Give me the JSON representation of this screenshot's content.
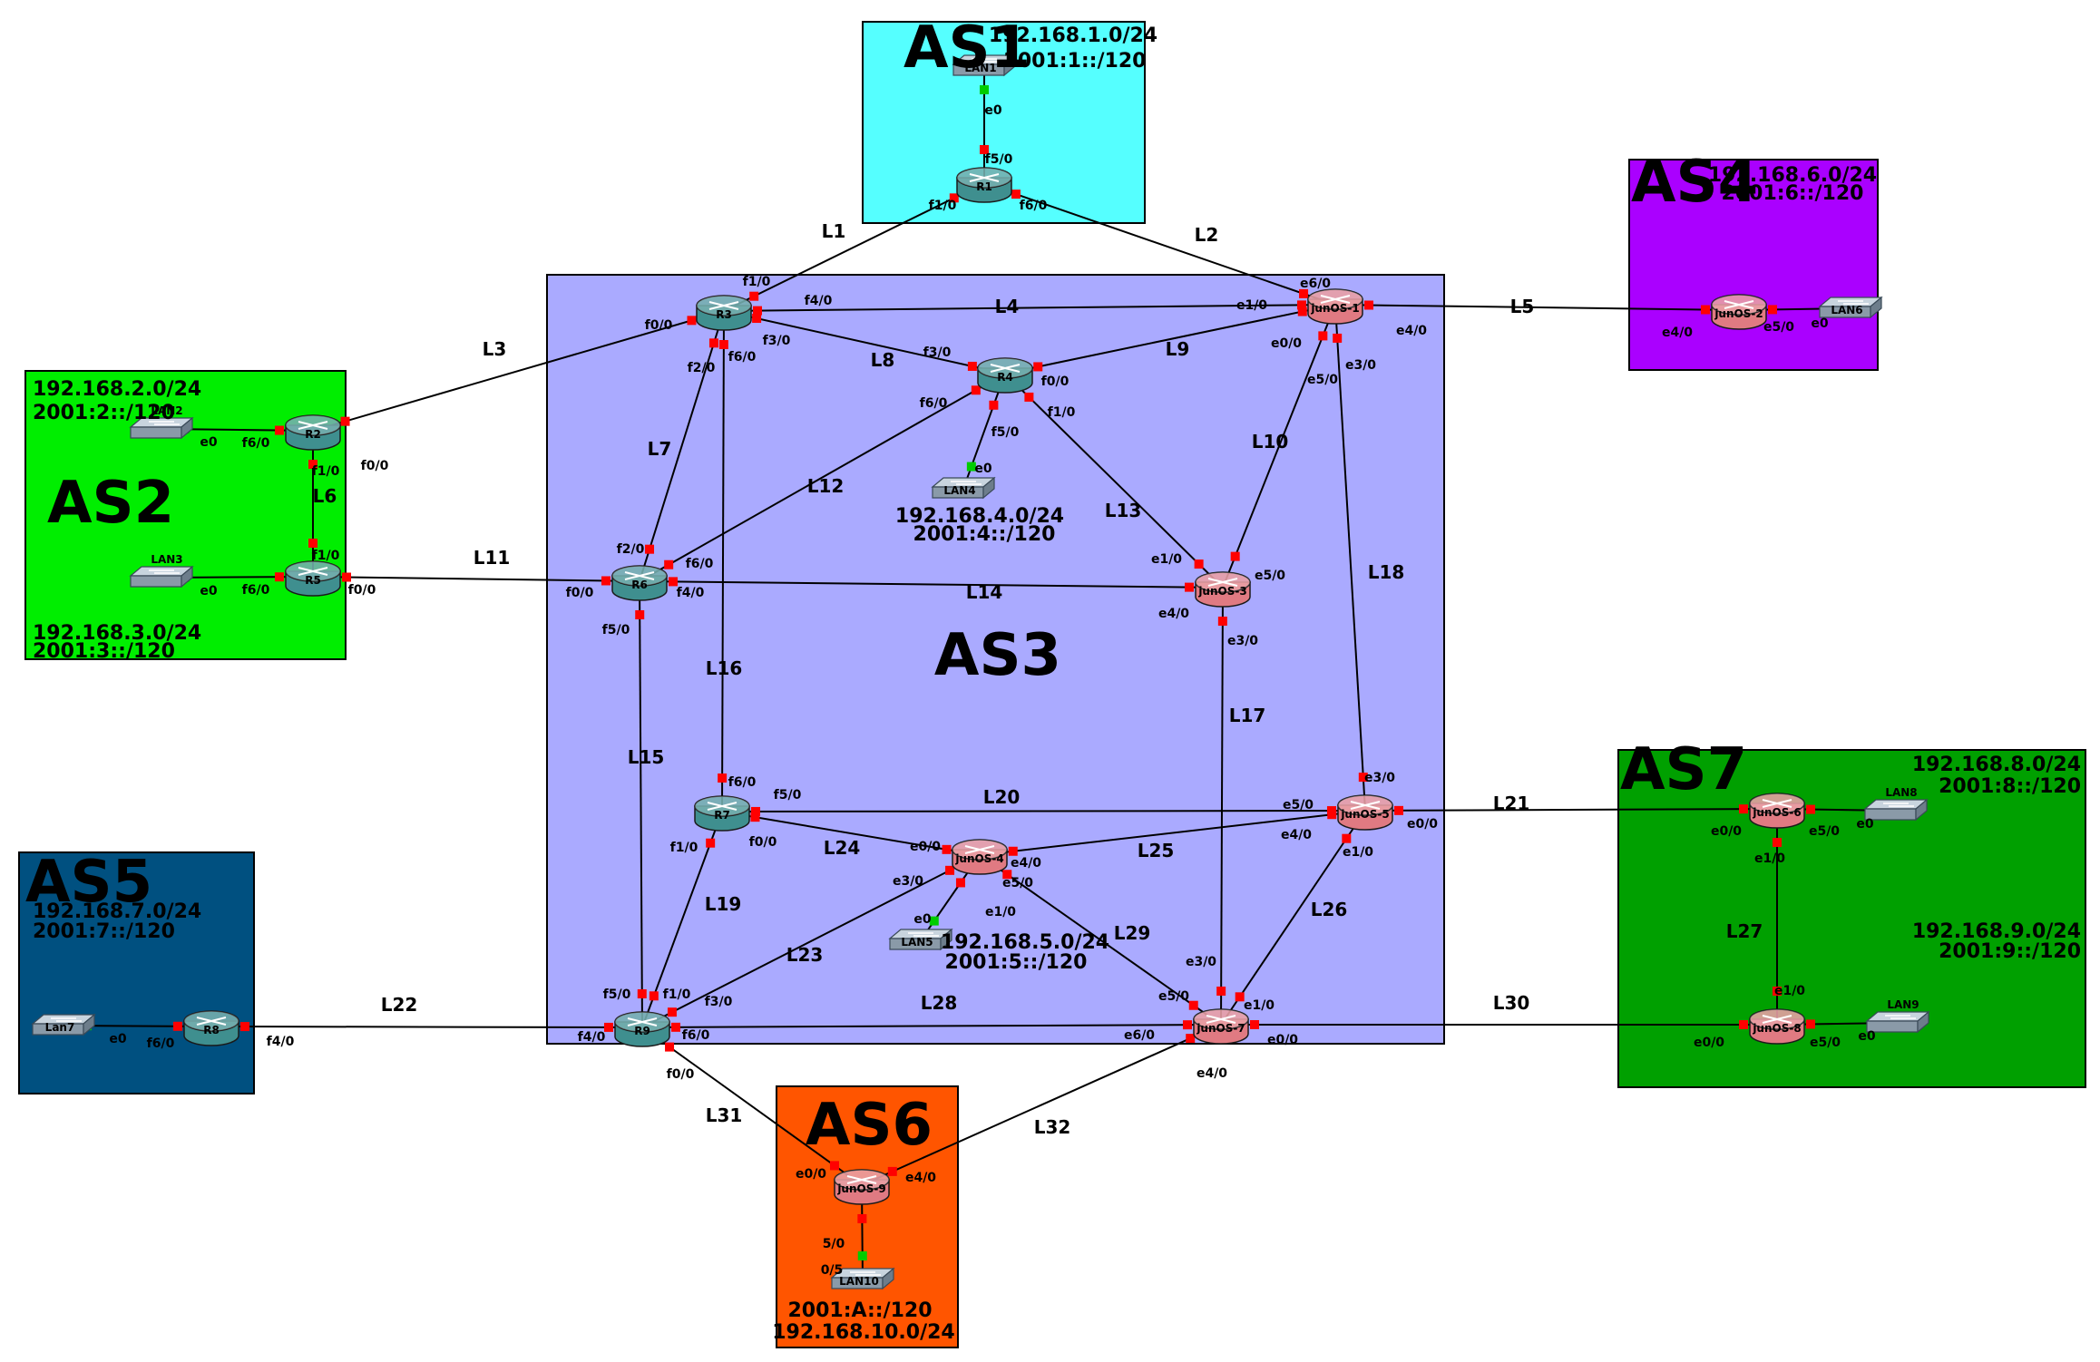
{
  "colors": {
    "as1": "#55ffff",
    "as2": "#00ee00",
    "as3": "#aaaaff",
    "as4": "#aa00ff",
    "as5": "#005080",
    "as6": "#ff5500",
    "as7": "#00a000",
    "cisco_router": "#3f8f8f",
    "juniper_router": "#e07a82",
    "switch": "#8a9aa8",
    "port_down": "#ff0000",
    "port_up": "#00cc00"
  },
  "as_areas": [
    {
      "id": "as1",
      "title": "AS1",
      "nets": [
        "192.168.1.0/24",
        "2001:1::/120"
      ]
    },
    {
      "id": "as2",
      "title": "AS2",
      "nets": [
        "192.168.2.0/24",
        "2001:2::/120",
        "192.168.3.0/24",
        "2001:3::/120"
      ]
    },
    {
      "id": "as3",
      "title": "AS3",
      "nets": []
    },
    {
      "id": "as4",
      "title": "AS4",
      "nets": [
        "192.168.6.0/24",
        "2001:6::/120"
      ]
    },
    {
      "id": "as5",
      "title": "AS5",
      "nets": [
        "192.168.7.0/24",
        "2001:7::/120"
      ]
    },
    {
      "id": "as6",
      "title": "AS6",
      "nets": [
        "2001:A::/120",
        "192.168.10.0/24"
      ]
    },
    {
      "id": "as7",
      "title": "AS7",
      "nets": [
        "192.168.8.0/24",
        "2001:8::/120",
        "192.168.9.0/24",
        "2001:9::/120"
      ]
    }
  ],
  "lan_nets": [
    {
      "id": "lan4",
      "nets": [
        "192.168.4.0/24",
        "2001:4::/120"
      ]
    },
    {
      "id": "lan5",
      "nets": [
        "192.168.5.0/24",
        "2001:5::/120"
      ]
    }
  ],
  "devices": [
    {
      "id": "R1",
      "type": "cisco",
      "label": "R1"
    },
    {
      "id": "R2",
      "type": "cisco",
      "label": "R2"
    },
    {
      "id": "R3",
      "type": "cisco",
      "label": "R3"
    },
    {
      "id": "R4",
      "type": "cisco",
      "label": "R4"
    },
    {
      "id": "R5",
      "type": "cisco",
      "label": "R5"
    },
    {
      "id": "R6",
      "type": "cisco",
      "label": "R6"
    },
    {
      "id": "R7",
      "type": "cisco",
      "label": "R7"
    },
    {
      "id": "R8",
      "type": "cisco",
      "label": "R8"
    },
    {
      "id": "R9",
      "type": "cisco",
      "label": "R9"
    },
    {
      "id": "J1",
      "type": "juniper",
      "label": "junOS-1"
    },
    {
      "id": "J2",
      "type": "juniper",
      "label": "junOS-2"
    },
    {
      "id": "J3",
      "type": "juniper",
      "label": "junOS-3"
    },
    {
      "id": "J4",
      "type": "juniper",
      "label": "junOS-4"
    },
    {
      "id": "J5",
      "type": "juniper",
      "label": "junOS-5"
    },
    {
      "id": "J6",
      "type": "juniper",
      "label": "junOS-6"
    },
    {
      "id": "J7",
      "type": "juniper",
      "label": "junOS-7"
    },
    {
      "id": "J8",
      "type": "juniper",
      "label": "junOS-8"
    },
    {
      "id": "J9",
      "type": "juniper",
      "label": "junOS-9"
    },
    {
      "id": "LAN1",
      "type": "switch",
      "label": "LAN1"
    },
    {
      "id": "LAN2",
      "type": "switch",
      "label": "LAN2"
    },
    {
      "id": "LAN3",
      "type": "switch",
      "label": "LAN3"
    },
    {
      "id": "LAN4",
      "type": "switch",
      "label": "LAN4"
    },
    {
      "id": "LAN5",
      "type": "switch",
      "label": "LAN5"
    },
    {
      "id": "LAN6",
      "type": "switch",
      "label": "LAN6"
    },
    {
      "id": "LAN7",
      "type": "switch",
      "label": "Lan7"
    },
    {
      "id": "LAN8",
      "type": "switch",
      "label": "LAN8"
    },
    {
      "id": "LAN9",
      "type": "switch",
      "label": "LAN9"
    },
    {
      "id": "LAN10",
      "type": "switch",
      "label": "LAN10"
    }
  ],
  "links": [
    {
      "id": "L1",
      "label": "L1",
      "a": "R1",
      "a_if": "f1/0",
      "b": "R3",
      "b_if": "f1/0"
    },
    {
      "id": "L2",
      "label": "L2",
      "a": "R1",
      "a_if": "f6/0",
      "b": "J1",
      "b_if": "e6/0"
    },
    {
      "id": "L3",
      "label": "L3",
      "a": "R2",
      "a_if": "f0/0",
      "b": "R3",
      "b_if": "f0/0"
    },
    {
      "id": "L4",
      "label": "L4",
      "a": "R3",
      "a_if": "f4/0",
      "b": "J1",
      "b_if": "e1/0"
    },
    {
      "id": "L5",
      "label": "L5",
      "a": "J1",
      "a_if": "e4/0",
      "b": "J2",
      "b_if": "e4/0"
    },
    {
      "id": "L6",
      "label": "L6",
      "a": "R2",
      "a_if": "f1/0",
      "b": "R5",
      "b_if": "f1/0"
    },
    {
      "id": "L7",
      "label": "L7",
      "a": "R3",
      "a_if": "f2/0",
      "b": "R6",
      "b_if": "f2/0"
    },
    {
      "id": "L8",
      "label": "L8",
      "a": "R3",
      "a_if": "f3/0",
      "b": "R4",
      "b_if": "f3/0"
    },
    {
      "id": "L9",
      "label": "L9",
      "a": "R4",
      "a_if": "f0/0",
      "b": "J1",
      "b_if": "e0/0"
    },
    {
      "id": "L10",
      "label": "L10",
      "a": "J1",
      "a_if": "e5/0",
      "b": "J3",
      "b_if": "e5/0"
    },
    {
      "id": "L11",
      "label": "L11",
      "a": "R5",
      "a_if": "f0/0",
      "b": "R6",
      "b_if": "f0/0"
    },
    {
      "id": "L12",
      "label": "L12",
      "a": "R4",
      "a_if": "f6/0",
      "b": "R6",
      "b_if": "f6/0"
    },
    {
      "id": "L13",
      "label": "L13",
      "a": "R4",
      "a_if": "f1/0",
      "b": "J3",
      "b_if": "e1/0"
    },
    {
      "id": "L14",
      "label": "L14",
      "a": "R6",
      "a_if": "f4/0",
      "b": "J3",
      "b_if": "e4/0"
    },
    {
      "id": "L15",
      "label": "L15",
      "a": "R6",
      "a_if": "f5/0",
      "b": "R9",
      "b_if": "f5/0"
    },
    {
      "id": "L16",
      "label": "L16",
      "a": "R3",
      "a_if": "f6/0",
      "b": "R7",
      "b_if": "f6/0"
    },
    {
      "id": "L17",
      "label": "L17",
      "a": "J3",
      "a_if": "e3/0",
      "b": "J7",
      "b_if": "e3/0"
    },
    {
      "id": "L18",
      "label": "L18",
      "a": "J1",
      "a_if": "e3/0",
      "b": "J5",
      "b_if": "e3/0"
    },
    {
      "id": "L19",
      "label": "L19",
      "a": "R7",
      "a_if": "f1/0",
      "b": "R9",
      "b_if": "f1/0"
    },
    {
      "id": "L20",
      "label": "L20",
      "a": "R7",
      "a_if": "f5/0",
      "b": "J5",
      "b_if": "e5/0"
    },
    {
      "id": "L21",
      "label": "L21",
      "a": "J5",
      "a_if": "e0/0",
      "b": "J6",
      "b_if": "e0/0"
    },
    {
      "id": "L22",
      "label": "L22",
      "a": "R8",
      "a_if": "f4/0",
      "b": "R9",
      "b_if": "f4/0"
    },
    {
      "id": "L23",
      "label": "L23",
      "a": "R9",
      "a_if": "f3/0",
      "b": "J4",
      "b_if": "e3/0"
    },
    {
      "id": "L24",
      "label": "L24",
      "a": "R7",
      "a_if": "f0/0",
      "b": "J4",
      "b_if": "e0/0"
    },
    {
      "id": "L25",
      "label": "L25",
      "a": "J4",
      "a_if": "e4/0",
      "b": "J5",
      "b_if": "e4/0"
    },
    {
      "id": "L26",
      "label": "L26",
      "a": "J5",
      "a_if": "e1/0",
      "b": "J7",
      "b_if": "e1/0"
    },
    {
      "id": "L27",
      "label": "L27",
      "a": "J6",
      "a_if": "e1/0",
      "b": "J8",
      "b_if": "e1/0"
    },
    {
      "id": "L28",
      "label": "L28",
      "a": "R9",
      "a_if": "f6/0",
      "b": "J7",
      "b_if": "e6/0"
    },
    {
      "id": "L29",
      "label": "L29",
      "a": "J4",
      "a_if": "e5/0",
      "b": "J7",
      "b_if": "e5/0"
    },
    {
      "id": "L30",
      "label": "L30",
      "a": "J7",
      "a_if": "e0/0",
      "b": "J8",
      "b_if": "e0/0"
    },
    {
      "id": "L31",
      "label": "L31",
      "a": "R9",
      "a_if": "f0/0",
      "b": "J9",
      "b_if": "e0/0"
    },
    {
      "id": "L32",
      "label": "L32",
      "a": "J7",
      "a_if": "e4/0",
      "b": "J9",
      "b_if": "e4/0"
    },
    {
      "id": "LAN1-R1",
      "label": "",
      "a": "LAN1",
      "a_if": "e0",
      "b": "R1",
      "b_if": "f5/0"
    },
    {
      "id": "LAN2-R2",
      "label": "",
      "a": "LAN2",
      "a_if": "e0",
      "b": "R2",
      "b_if": "f6/0"
    },
    {
      "id": "LAN3-R5",
      "label": "",
      "a": "LAN3",
      "a_if": "e0",
      "b": "R5",
      "b_if": "f6/0"
    },
    {
      "id": "R4-LAN4",
      "label": "",
      "a": "R4",
      "a_if": "f5/0",
      "b": "LAN4",
      "b_if": "e0"
    },
    {
      "id": "J2-LAN6",
      "label": "",
      "a": "J2",
      "a_if": "e5/0",
      "b": "LAN6",
      "b_if": "e0"
    },
    {
      "id": "J4-LAN5",
      "label": "",
      "a": "J4",
      "a_if": "e1/0",
      "b": "LAN5",
      "b_if": "e0"
    },
    {
      "id": "LAN7-R8",
      "label": "",
      "a": "LAN7",
      "a_if": "e0",
      "b": "R8",
      "b_if": "f6/0"
    },
    {
      "id": "J6-LAN8",
      "label": "",
      "a": "J6",
      "a_if": "e5/0",
      "b": "LAN8",
      "b_if": "e0"
    },
    {
      "id": "J8-LAN9",
      "label": "",
      "a": "J8",
      "a_if": "e5/0",
      "b": "LAN9",
      "b_if": "e0"
    },
    {
      "id": "J9-LAN10",
      "label": "",
      "a": "J9",
      "a_if": "5/0",
      "b": "LAN10",
      "b_if": "0/5"
    }
  ]
}
